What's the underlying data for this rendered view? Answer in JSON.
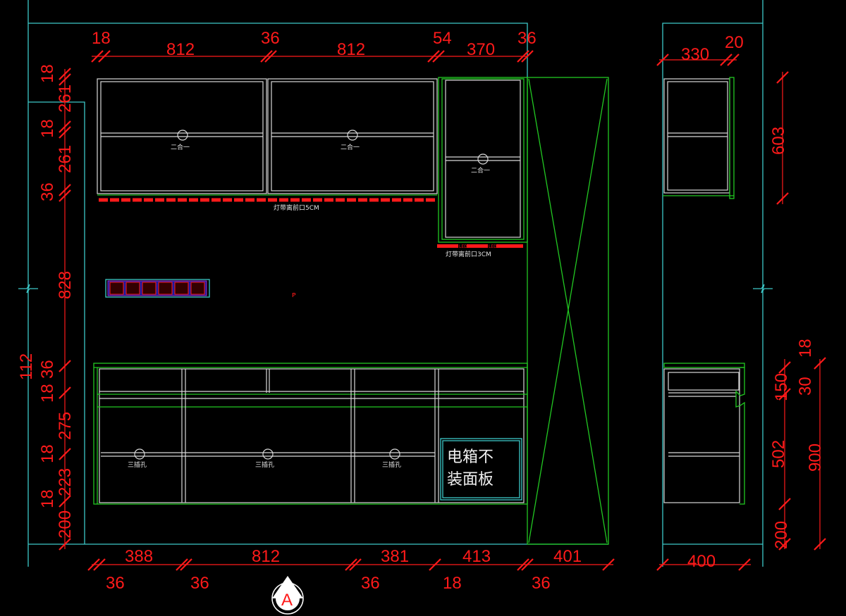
{
  "drawing": {
    "labels": {
      "upper_outlet": "二合一",
      "upper_led_note": "灯带离前口5CM",
      "small_led_note": "灯带离前口3CM",
      "led_tag": "LED",
      "lower_outlet": "三插孔",
      "electric_box_line1": "电箱不",
      "electric_box_line2": "装面板",
      "section_marker": "A"
    },
    "dims": {
      "top": [
        "18",
        "812",
        "36",
        "812",
        "54",
        "370",
        "36"
      ],
      "side_top": [
        "330",
        "20"
      ],
      "left": [
        "18",
        "261",
        "18",
        "261",
        "36",
        "828",
        "112",
        "36",
        "18",
        "275",
        "18",
        "223",
        "18",
        "200"
      ],
      "bottom": [
        "388",
        "812",
        "381",
        "413",
        "401"
      ],
      "bottom_small": [
        "36",
        "36",
        "36",
        "18",
        "36"
      ],
      "side_bottom": [
        "400"
      ],
      "right": [
        "603",
        "150",
        "18",
        "30",
        "502",
        "900",
        "200"
      ]
    },
    "colors": {
      "dimension": "#ff1a1a",
      "carcass": "#d8d8d8",
      "outline": "#22c822",
      "wall": "#3cc8c8"
    }
  }
}
